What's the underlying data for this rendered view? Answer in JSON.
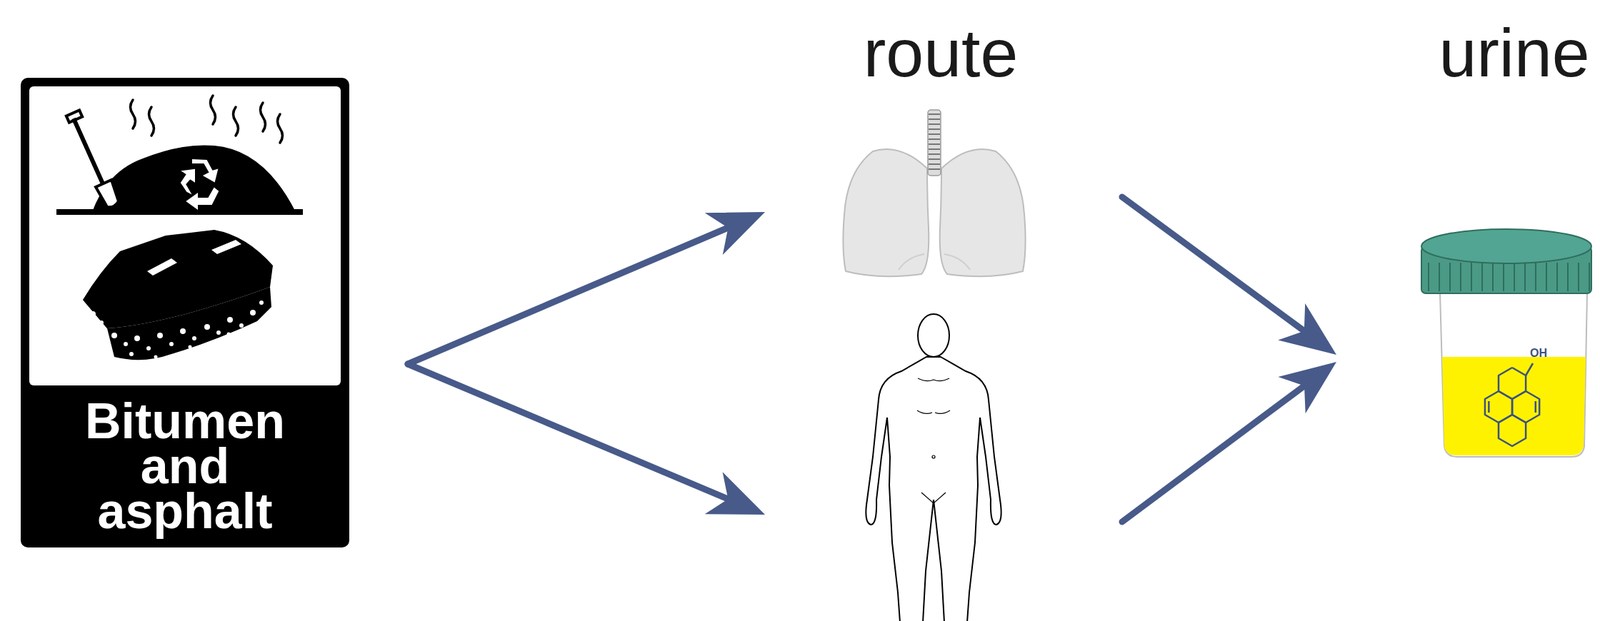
{
  "diagram": {
    "nodes": [
      {
        "text": [
          "Bitumen and asphalt"
        ]
      }
    ],
    "labels": [
      "route",
      "urine",
      "OH"
    ]
  }
}
